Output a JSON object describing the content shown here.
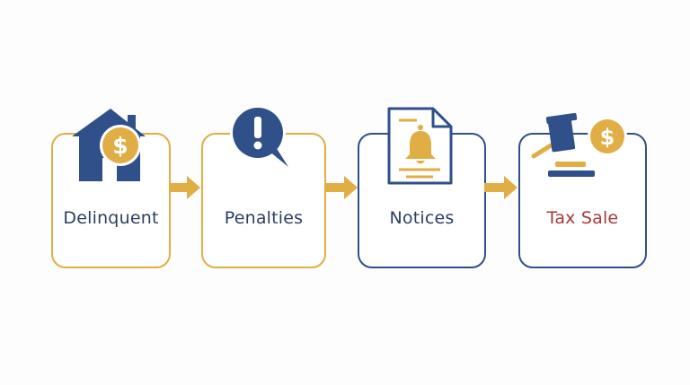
{
  "colors": {
    "gold": "#e1ad45",
    "navy": "#2f5089",
    "red": "#a33a3a",
    "text": "#2c3e63"
  },
  "steps": [
    {
      "label": "Delinquent",
      "icon": "house-dollar-icon",
      "label_color": "#2c3e63"
    },
    {
      "label": "Penalties",
      "icon": "exclamation-bubble-icon",
      "label_color": "#2c3e63"
    },
    {
      "label": "Notices",
      "icon": "document-bell-icon",
      "label_color": "#2c3e63"
    },
    {
      "label": "Tax Sale",
      "icon": "gavel-dollar-icon",
      "label_color": "#a33a3a"
    }
  ],
  "connectors": [
    "arrow-right-icon",
    "arrow-right-icon",
    "arrow-right-icon"
  ]
}
